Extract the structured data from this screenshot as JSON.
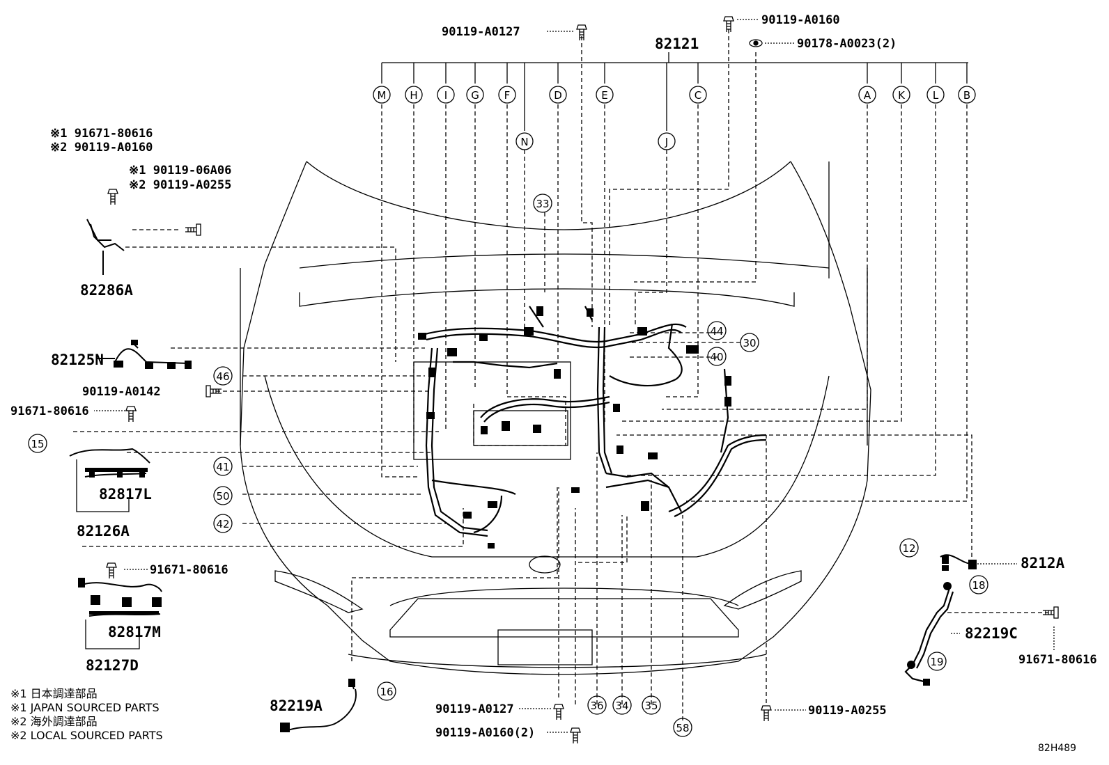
{
  "diagram": {
    "main_part": "82121",
    "drawing_ref": "82H489",
    "letters": [
      "M",
      "H",
      "I",
      "G",
      "F",
      "N",
      "D",
      "E",
      "J",
      "C",
      "A",
      "K",
      "L",
      "B"
    ],
    "parts": {
      "p_82286A": "82286A",
      "p_82125N": "82125N",
      "p_82817L": "82817L",
      "p_82126A": "82126A",
      "p_82817M": "82817M",
      "p_82127D": "82127D",
      "p_82219A": "82219A",
      "p_8212A": "8212A",
      "p_82219C": "82219C"
    },
    "bolts": {
      "b_top_center": "90119-A0127",
      "b_top_right": "90119-A0160",
      "b_top_nut": "90178-A0023(2)",
      "b_left_1a": "※1 91671-80616",
      "b_left_1b": "※2 90119-A0160",
      "b_left_2a": "※1 90119-06A06",
      "b_left_2b": "※2 90119-A0255",
      "b_left_mid": "90119-A0142",
      "b_left_low": "91671-80616",
      "b_left_lower": "91671-80616",
      "b_bottom_1": "90119-A0127",
      "b_bottom_2": "90119-A0160(2)",
      "b_bottom_3": "90119-A0255",
      "b_right_lower": "91671-80616"
    },
    "callouts": {
      "c15": "15",
      "c46": "46",
      "c41": "41",
      "c50": "50",
      "c42": "42",
      "c33": "33",
      "c44": "44",
      "c30": "30",
      "c40": "40",
      "c36": "36",
      "c34": "34",
      "c35": "35",
      "c58": "58",
      "c16": "16",
      "c12": "12",
      "c18": "18",
      "c19": "19"
    },
    "notes": {
      "n1": "※1 日本調達部品",
      "n2": "※1 JAPAN SOURCED PARTS",
      "n3": "※2 海外調達部品",
      "n4": "※2 LOCAL SOURCED PARTS"
    }
  }
}
